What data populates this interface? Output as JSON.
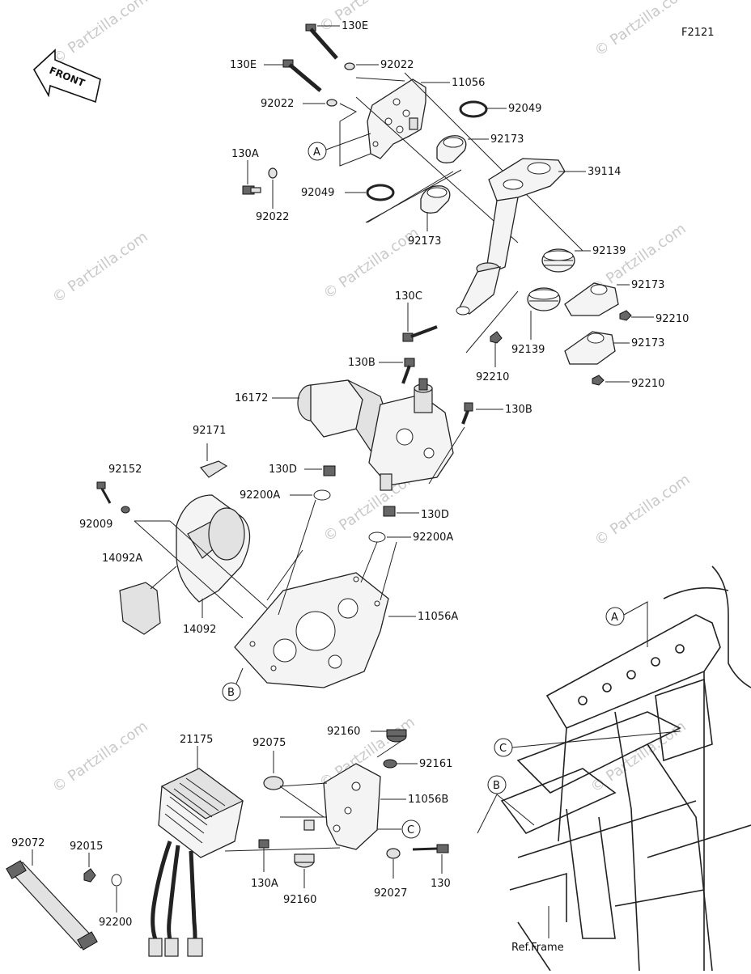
{
  "diagram_code": "F2121",
  "front_label": "FRONT",
  "ref_frame": "Ref.Frame",
  "watermark": "© Partzilla.com",
  "labels": {
    "130E_top": "130E",
    "130E_left": "130E",
    "92022_top": "92022",
    "11056": "11056",
    "92022_mid": "92022",
    "92049_right": "92049",
    "92173_top": "92173",
    "130A_left": "130A",
    "92022_left": "92022",
    "39114": "39114",
    "92049_left": "92049",
    "92173_mid": "92173",
    "92139_right": "92139",
    "92173_r1": "92173",
    "130C": "130C",
    "92210_r1": "92210",
    "92139_mid": "92139",
    "92173_r2": "92173",
    "130B_top": "130B",
    "92210_mid": "92210",
    "92210_r2": "92210",
    "16172": "16172",
    "130B_right": "130B",
    "92171": "92171",
    "130D_top": "130D",
    "92152": "92152",
    "92009": "92009",
    "92200A_left": "92200A",
    "130D_bottom": "130D",
    "92200A_right": "92200A",
    "14092A": "14092A",
    "11056A": "11056A",
    "14092": "14092",
    "21175": "21175",
    "92075": "92075",
    "92160_top": "92160",
    "92161": "92161",
    "11056B": "11056B",
    "92072": "92072",
    "92015": "92015",
    "130A_bottom": "130A",
    "92160_bottom": "92160",
    "92027": "92027",
    "130": "130",
    "92200": "92200"
  },
  "callouts": {
    "A1": "A",
    "A2": "A",
    "B1": "B",
    "B2": "B",
    "C1": "C",
    "C2": "C"
  }
}
